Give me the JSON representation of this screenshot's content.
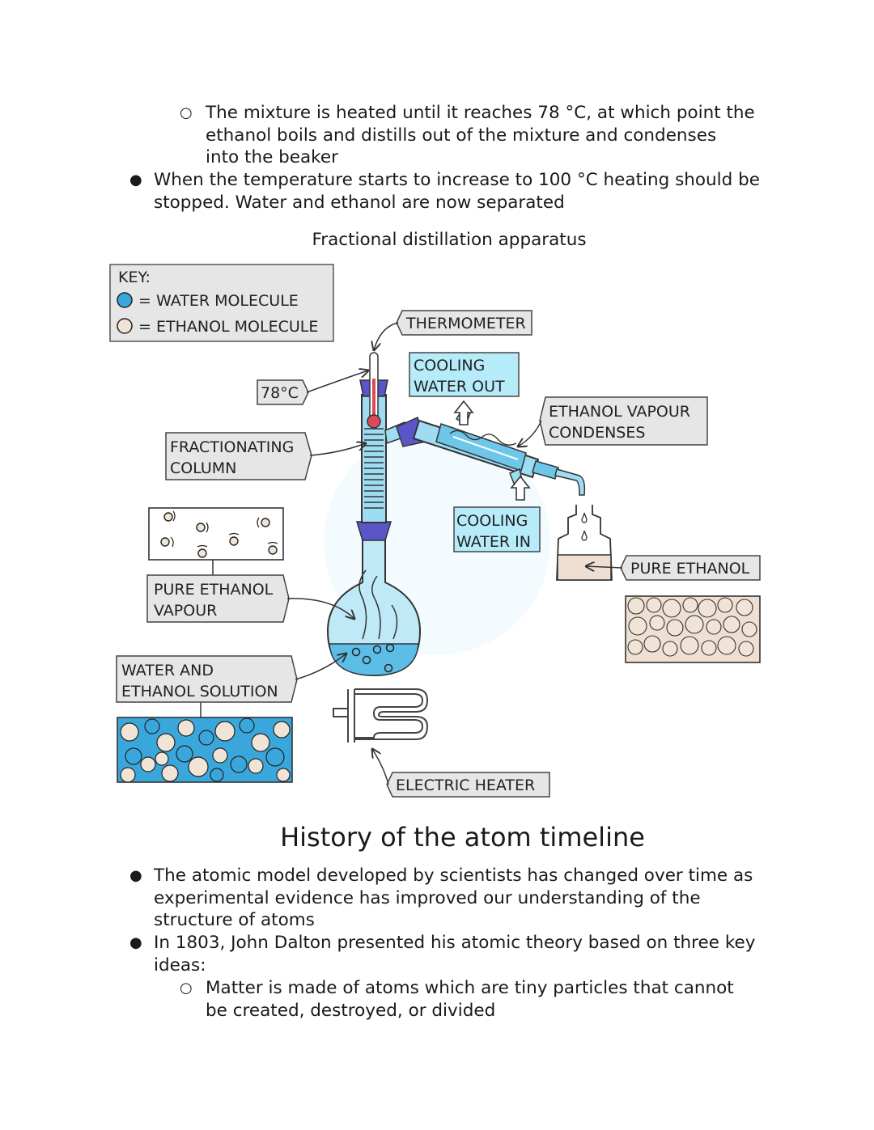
{
  "top_text": {
    "sub_bullet_1": {
      "lines": [
        "The mixture is heated until it reaches 78 °C, at which point the",
        "ethanol boils and distills out of the mixture and condenses",
        "into the beaker"
      ]
    },
    "bullet_1": {
      "lines": [
        "When the temperature starts to increase to 100 °C heating should be",
        "stopped. Water and ethanol are now separated"
      ]
    }
  },
  "figure": {
    "caption": "Fractional distillation apparatus",
    "key": {
      "title": "KEY:",
      "water": "= WATER MOLECULE",
      "ethanol": "= ETHANOL MOLECULE"
    },
    "labels": {
      "thermometer": "THERMOMETER",
      "temperature": "78°C",
      "cooling_out_1": "COOLING",
      "cooling_out_2": "WATER OUT",
      "vapour_condenses_1": "ETHANOL VAPOUR",
      "vapour_condenses_2": "CONDENSES",
      "fractionating_1": "FRACTIONATING",
      "fractionating_2": "COLUMN",
      "cooling_in_1": "COOLING",
      "cooling_in_2": "WATER IN",
      "pure_vapour_1": "PURE ETHANOL",
      "pure_vapour_2": "VAPOUR",
      "pure_ethanol": "PURE ETHANOL",
      "solution_1": "WATER AND",
      "solution_2": "ETHANOL SOLUTION",
      "heater": "ELECTRIC HEATER"
    },
    "colors": {
      "water": "#3aa7dc",
      "ethanol": "#f0e4d6",
      "glass": "#aee3f4",
      "glass_dark": "#6ec6e8",
      "label_bg": "#e6e6e6",
      "cooling_label_bg": "#b6ecfa",
      "stopper": "#5b55c7",
      "thermo_red": "#d94a5c",
      "beaker_liquid": "#efdfd2"
    }
  },
  "section": {
    "heading": "History of the atom timeline",
    "bullet_1": {
      "lines": [
        "The atomic model developed by scientists has changed over time as",
        "experimental evidence has improved our understanding of the",
        "structure of atoms"
      ]
    },
    "bullet_2": {
      "lines": [
        "In 1803, John Dalton presented his atomic theory based on three key",
        "ideas:"
      ]
    },
    "sub_bullet_1": {
      "lines": [
        "Matter is made of atoms which are tiny particles that cannot",
        "be created, destroyed, or divided"
      ]
    }
  }
}
